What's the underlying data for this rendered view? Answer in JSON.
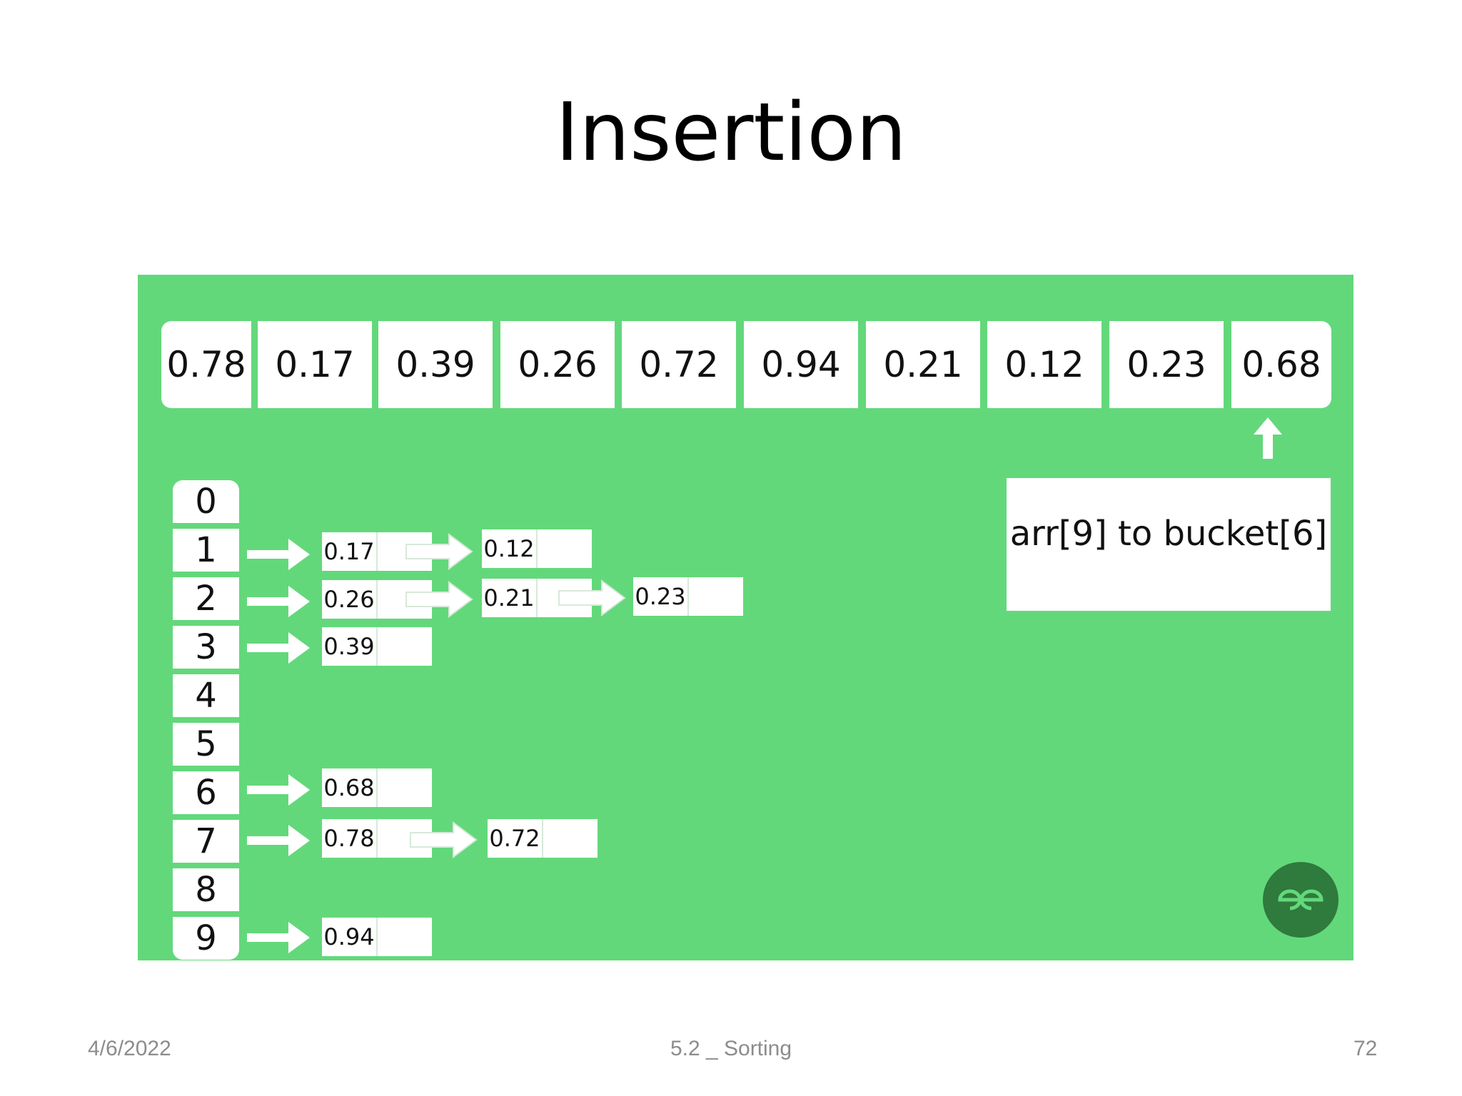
{
  "slide": {
    "title": "Insertion"
  },
  "diagram": {
    "array": [
      "0.78",
      "0.17",
      "0.39",
      "0.26",
      "0.72",
      "0.94",
      "0.21",
      "0.12",
      "0.23",
      "0.68"
    ],
    "buckets": [
      "0",
      "1",
      "2",
      "3",
      "4",
      "5",
      "6",
      "7",
      "8",
      "9"
    ],
    "lists": {
      "b1": [
        "0.17",
        "0.12"
      ],
      "b2": [
        "0.26",
        "0.21",
        "0.23"
      ],
      "b3": [
        "0.39"
      ],
      "b6": [
        "0.68"
      ],
      "b7": [
        "0.78",
        "0.72"
      ],
      "b9": [
        "0.94"
      ]
    },
    "message": "arr[9] to bucket[6]",
    "logo_icon": "gfg-logo-icon",
    "colors": {
      "panel": "#63d87b",
      "logo": "#2f7a3d"
    }
  },
  "footer": {
    "date": "4/6/2022",
    "center": "5.2 _ Sorting",
    "page": "72"
  }
}
